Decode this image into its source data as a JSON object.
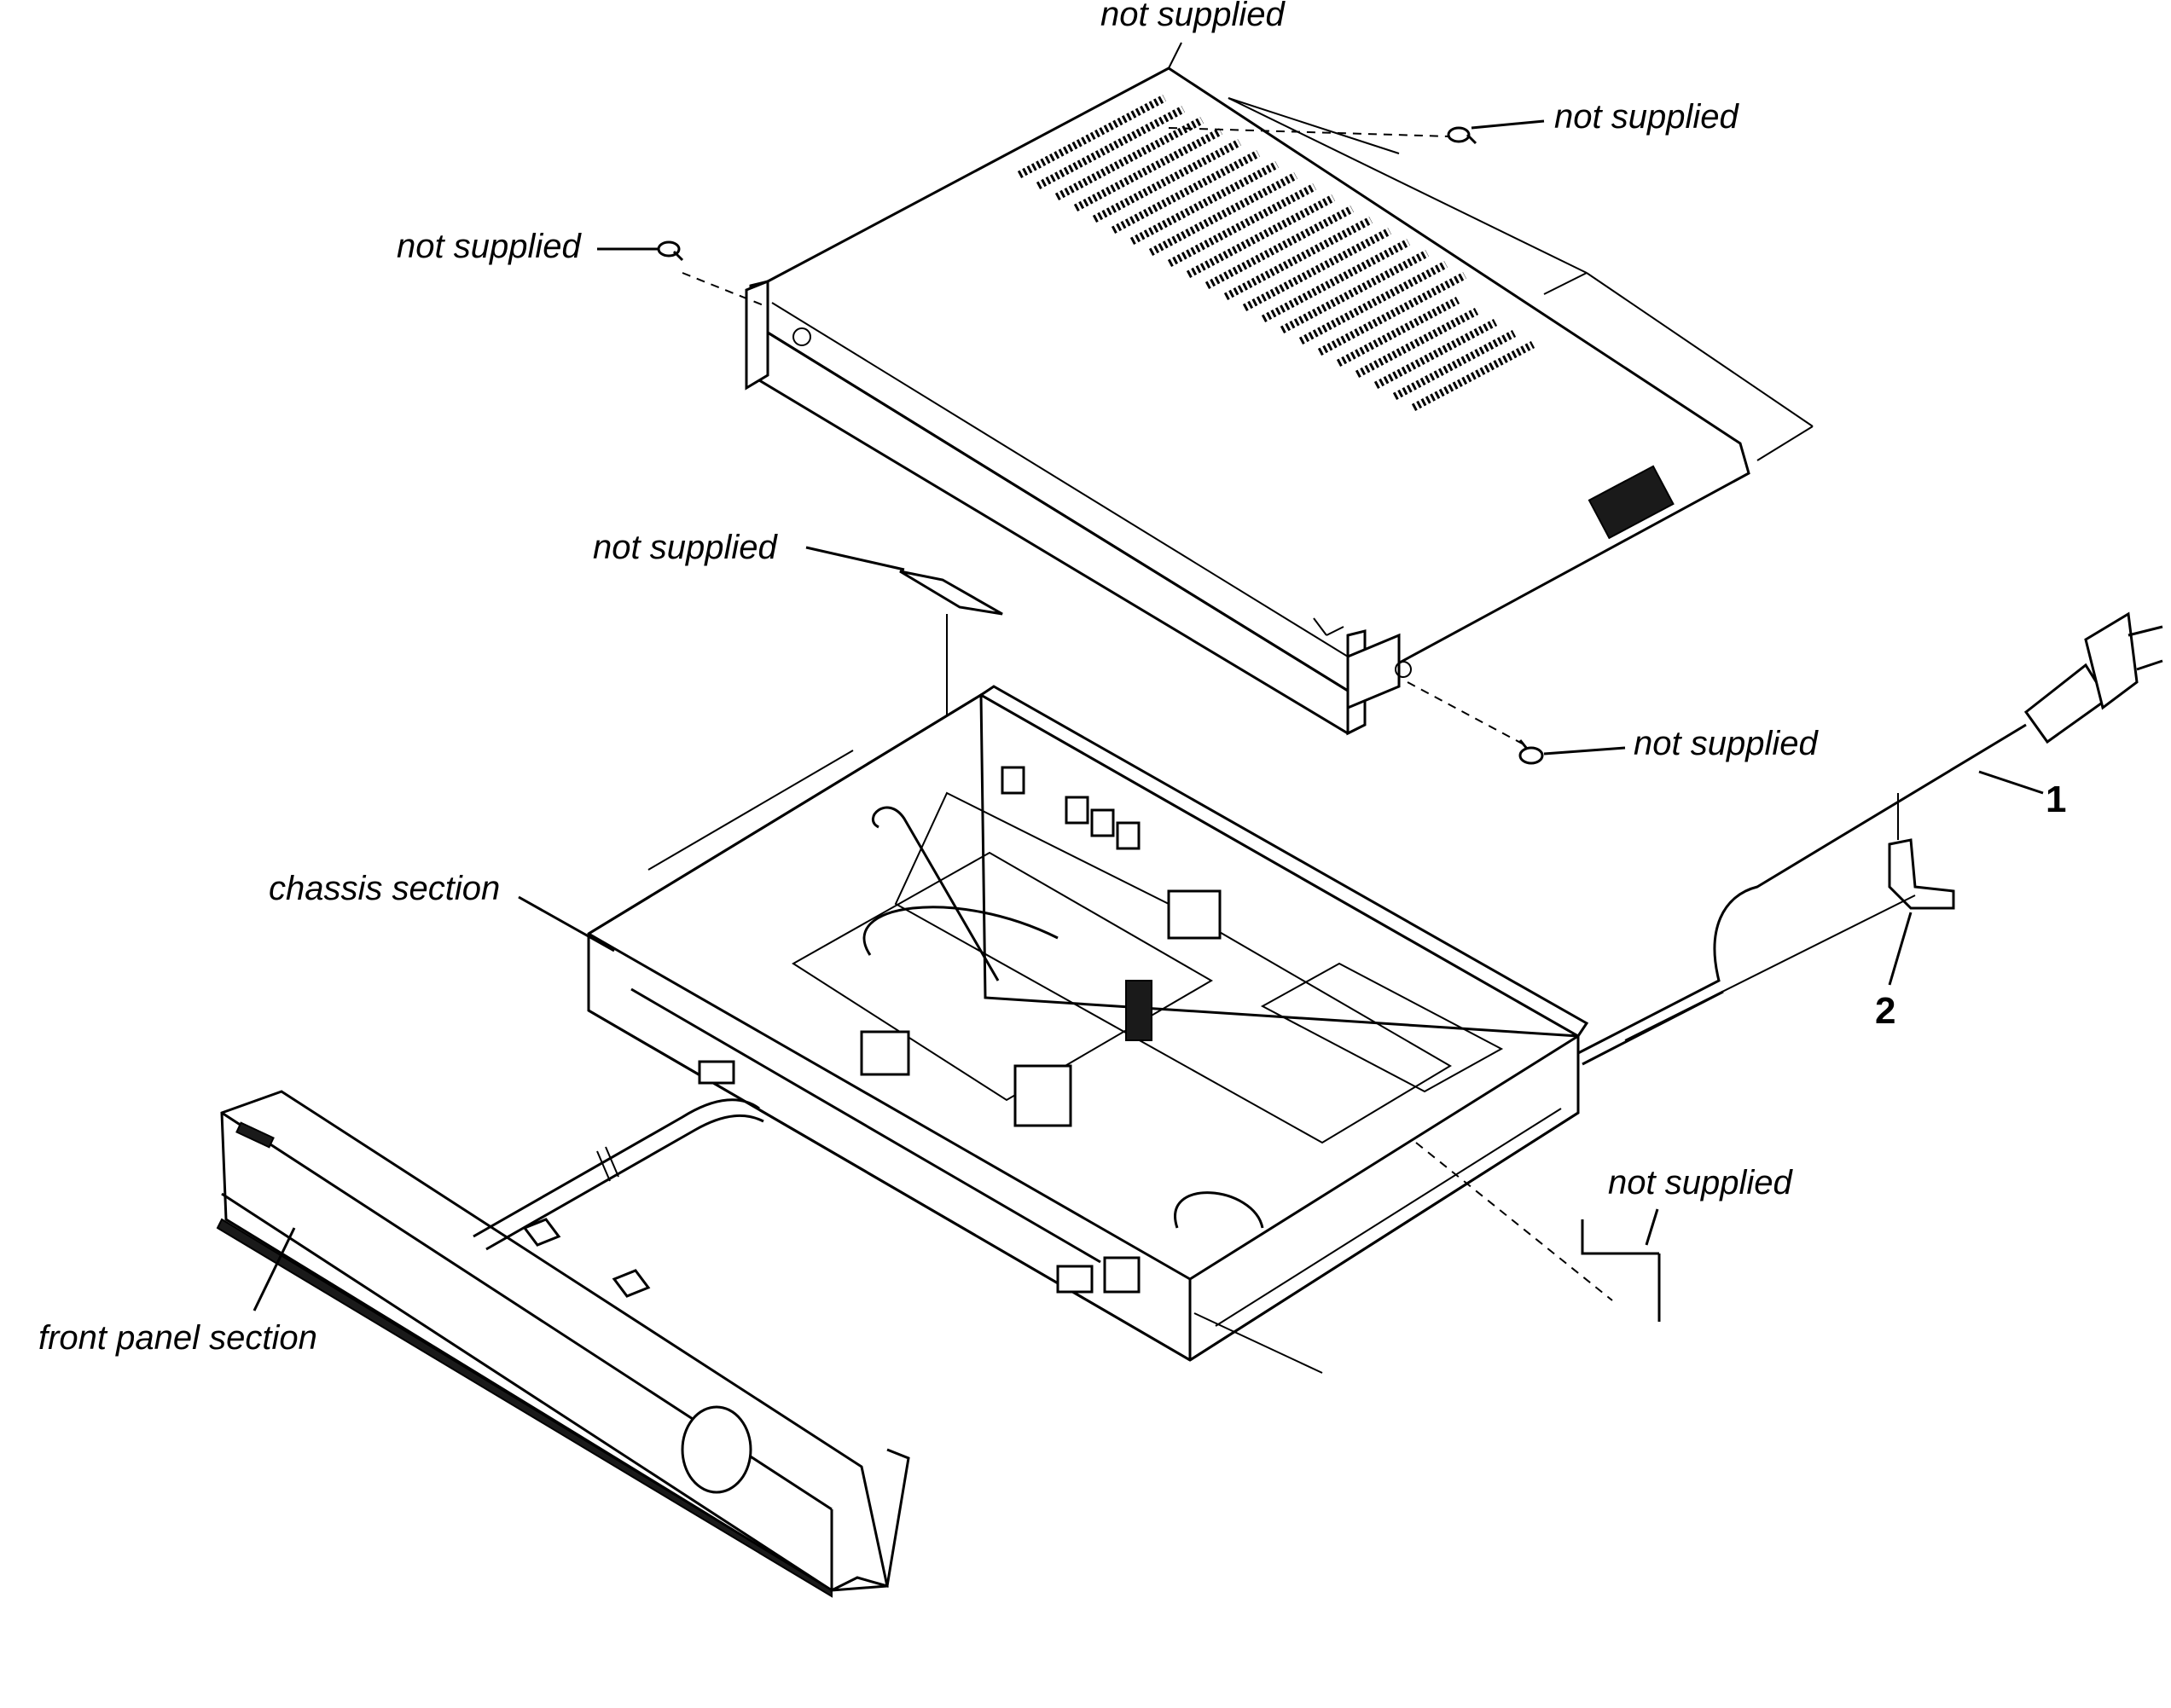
{
  "labels": {
    "cover_top": "not supplied",
    "cover_screw_right": "not supplied",
    "cover_screw_left": "not supplied",
    "label_sheet": "not supplied",
    "cover_screw_front": "not supplied",
    "chassis": "chassis section",
    "rear_plate": "not supplied",
    "front_panel": "front panel section"
  },
  "callouts": {
    "power_cord": "1",
    "cord_bushing": "2"
  }
}
